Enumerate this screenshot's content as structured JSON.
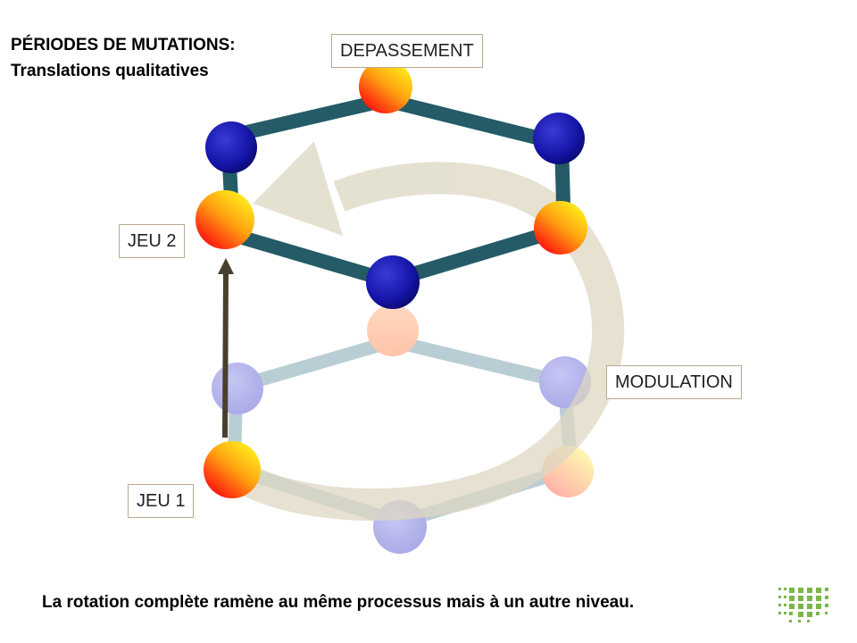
{
  "title": {
    "line1": "PÉRIODES DE MUTATIONS:",
    "line2": "Translations qualitatives"
  },
  "labels": {
    "top": "DEPASSEMENT",
    "level2": "JEU 2",
    "side": "MODULATION",
    "level1": "JEU 1"
  },
  "caption": "La rotation complète ramène au même processus mais à un autre niveau.",
  "colors": {
    "upper_bond": "#245b66",
    "lower_bond": "#b9cdd4",
    "rotation_arrow": "#e3dfcf",
    "translation_arrow": "#4a3f2d",
    "blue_atom": "#1a1aa8",
    "orange_atom_start": "#ffd21f",
    "orange_atom_end": "#ff2a10",
    "logo_green": "#7ab648"
  },
  "icons": {
    "logo": "green-dot-grid-logo-icon"
  }
}
